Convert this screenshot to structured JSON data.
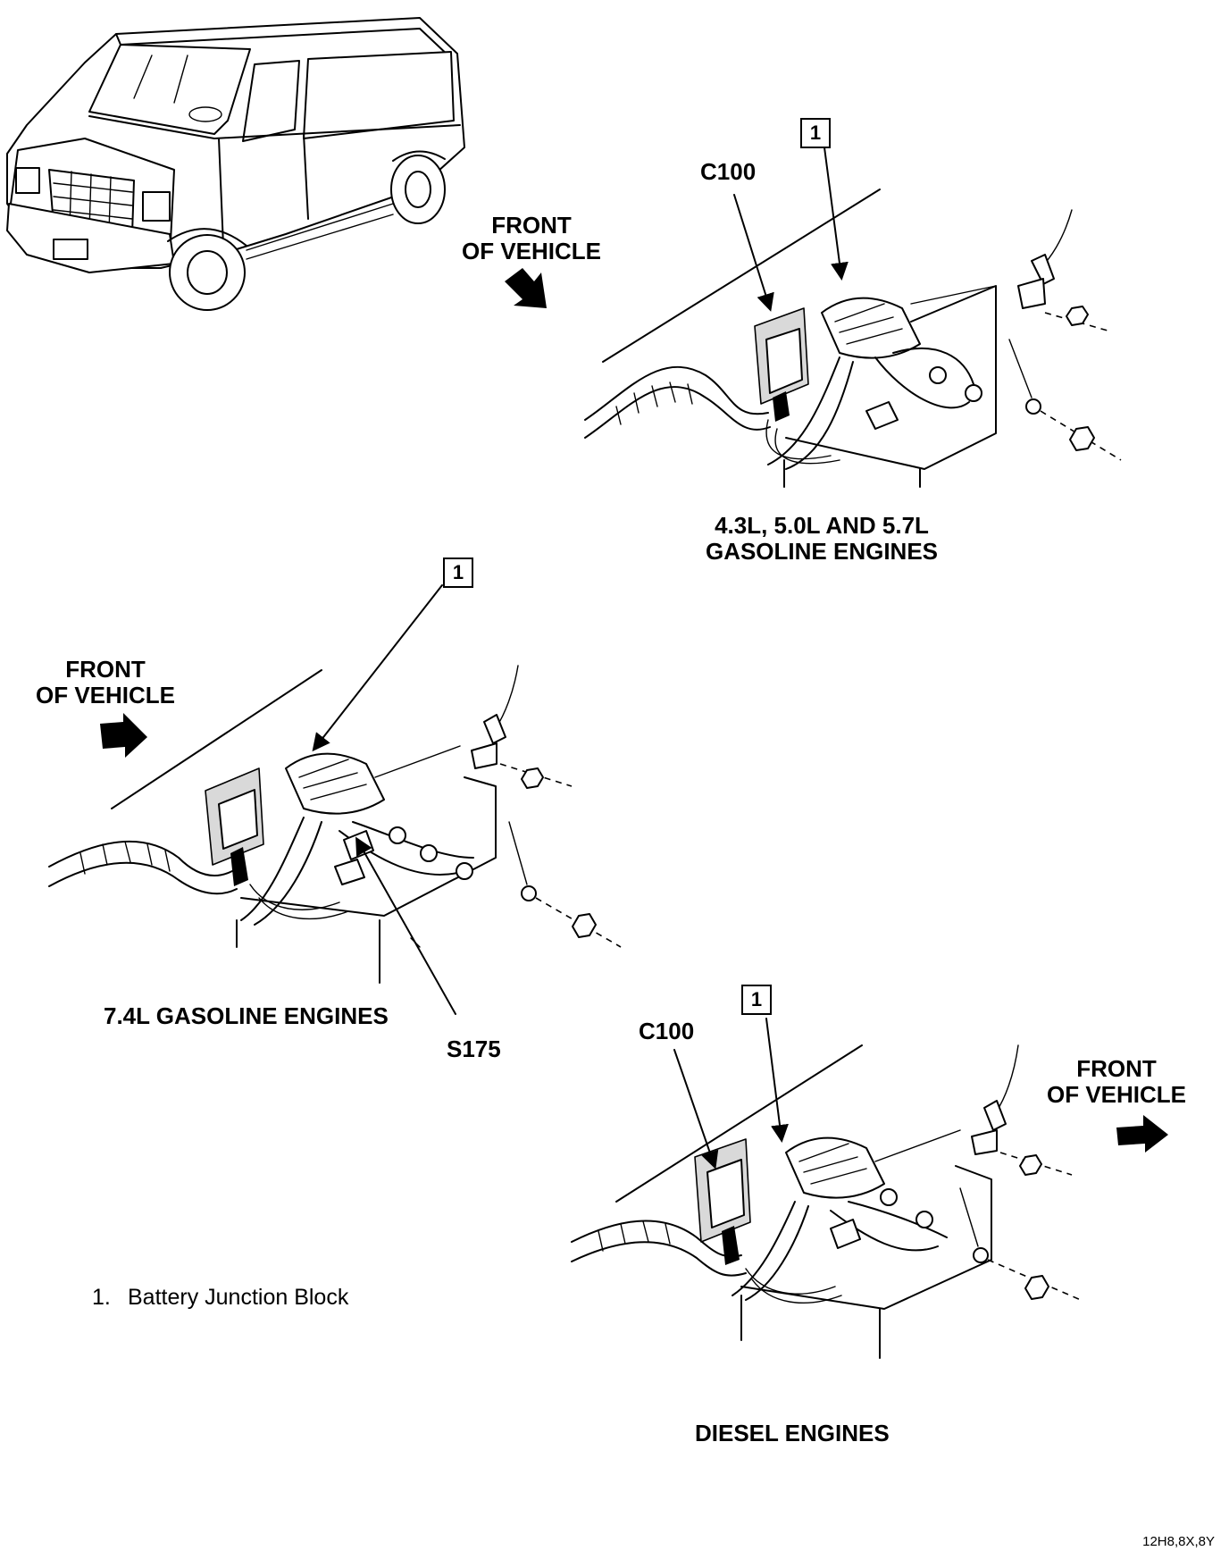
{
  "title": "",
  "labels": {
    "front_vehicle_top": [
      "FRONT",
      "OF VEHICLE"
    ],
    "front_vehicle_mid": [
      "FRONT",
      "OF VEHICLE"
    ],
    "front_vehicle_bottom": [
      "FRONT",
      "OF VEHICLE"
    ],
    "c100_top": "C100",
    "c100_bottom": "C100",
    "s175": "S175",
    "callout_number": "1"
  },
  "captions": {
    "top_view": [
      "4.3L, 5.0L AND 5.7L",
      "GASOLINE ENGINES"
    ],
    "middle_view": "7.4L GASOLINE ENGINES",
    "bottom_view": "DIESEL ENGINES"
  },
  "legend": [
    {
      "number": "1.",
      "text": "Battery Junction Block"
    }
  ],
  "figure_code": "12H8,8X,8Y",
  "colors": {
    "ink": "#000000",
    "paper": "#ffffff",
    "shade": "#d9d9d9"
  },
  "icons": [
    "van-illustration",
    "front-arrow-icon",
    "junction-block",
    "wire-harness",
    "battery-cable",
    "hex-nut-icon",
    "ring-terminal"
  ]
}
